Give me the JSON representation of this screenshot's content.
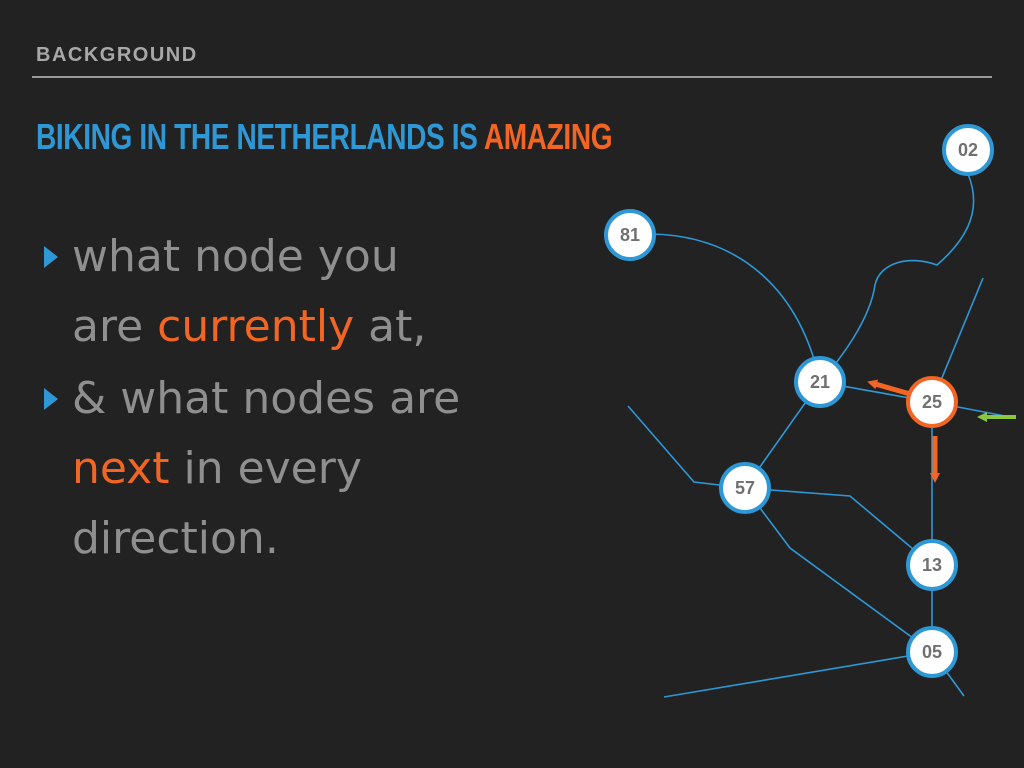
{
  "header": {
    "section_label": "BACKGROUND"
  },
  "title": {
    "part1": "BIKING IN THE NETHERLANDS IS ",
    "part2": "AMAZING"
  },
  "bullets": [
    {
      "line1": "what node you",
      "line2_pre": "are ",
      "line2_highlight": "currently",
      "line2_post": " at,"
    },
    {
      "line1": "& what nodes are",
      "line2_highlight": "next",
      "line2_post": " in every",
      "line3": "direction."
    }
  ],
  "diagram": {
    "nodes": [
      {
        "id": "02",
        "label": "02",
        "current": false
      },
      {
        "id": "81",
        "label": "81",
        "current": false
      },
      {
        "id": "21",
        "label": "21",
        "current": false
      },
      {
        "id": "25",
        "label": "25",
        "current": true
      },
      {
        "id": "57",
        "label": "57",
        "current": false
      },
      {
        "id": "13",
        "label": "13",
        "current": false
      },
      {
        "id": "05",
        "label": "05",
        "current": false
      }
    ]
  },
  "colors": {
    "background": "#222222",
    "accent_blue": "#2e98d6",
    "accent_orange": "#f26522",
    "accent_green": "#8cc63f",
    "text_gray": "#8f8f8f"
  }
}
